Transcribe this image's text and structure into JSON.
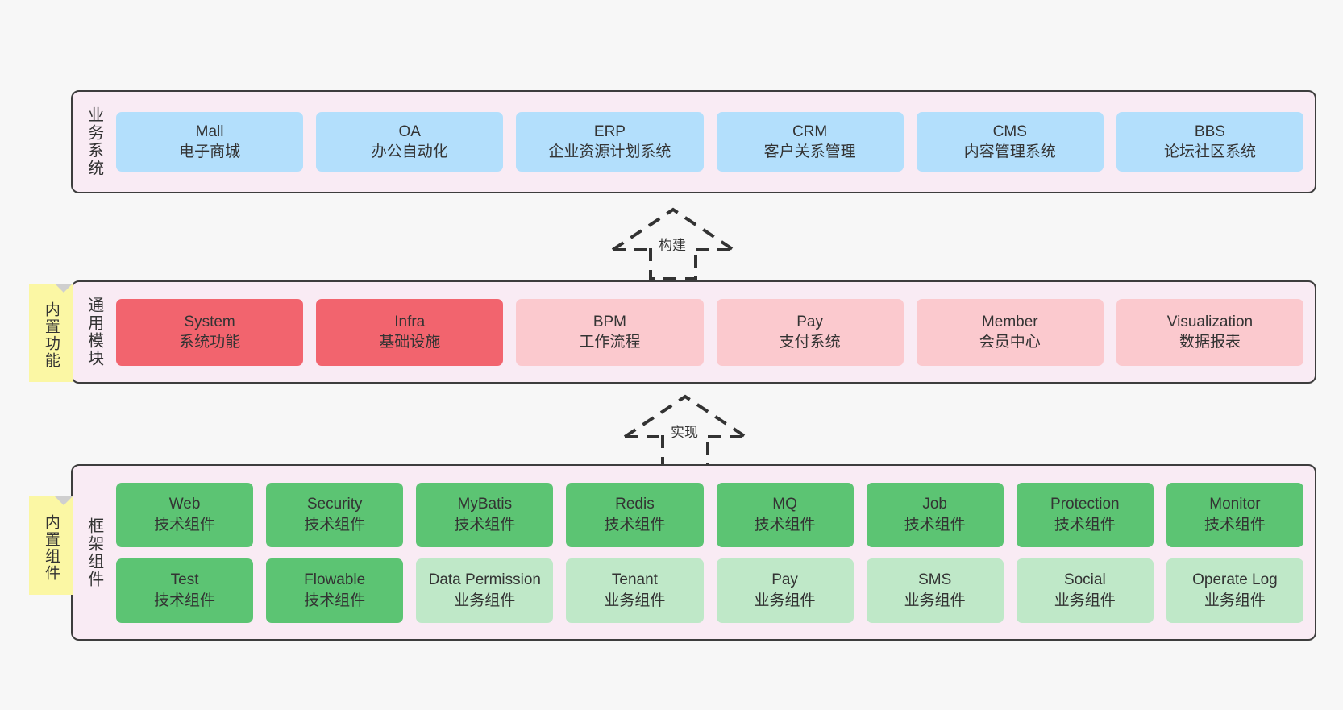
{
  "diagram": {
    "title": "Layered Architecture Diagram",
    "background": "#f7f7f7",
    "panel_bg": "#f9ebf4",
    "panel_border": "#3d3d3d",
    "note_bg": "#fbf7a4",
    "note_fold": "#cfcfcf",
    "colors": {
      "business": "#b3dffc",
      "module_core": "#f2646e",
      "module_optional": "#fbc9ce",
      "tech_component": "#5cc473",
      "business_component": "#bfe8c8"
    }
  },
  "notes": [
    {
      "id": "builtin-func",
      "text": "内置功能"
    },
    {
      "id": "builtin-comp",
      "text": "内置组件"
    }
  ],
  "connectors": [
    {
      "id": "build",
      "label": "构建",
      "style": "dashed-generalization"
    },
    {
      "id": "impl",
      "label": "实现",
      "style": "dashed-generalization"
    }
  ],
  "layers": [
    {
      "id": "business",
      "title": "业务系统",
      "rows": [
        {
          "nodes": [
            {
              "en": "Mall",
              "cn": "电子商城",
              "color": "n-blue"
            },
            {
              "en": "OA",
              "cn": "办公自动化",
              "color": "n-blue"
            },
            {
              "en": "ERP",
              "cn": "企业资源计划系统",
              "color": "n-blue"
            },
            {
              "en": "CRM",
              "cn": "客户关系管理",
              "color": "n-blue"
            },
            {
              "en": "CMS",
              "cn": "内容管理系统",
              "color": "n-blue"
            },
            {
              "en": "BBS",
              "cn": "论坛社区系统",
              "color": "n-blue"
            }
          ]
        }
      ]
    },
    {
      "id": "modules",
      "title": "通用模块",
      "rows": [
        {
          "nodes": [
            {
              "en": "System",
              "cn": "系统功能",
              "color": "n-red-strong"
            },
            {
              "en": "Infra",
              "cn": "基础设施",
              "color": "n-red-strong"
            },
            {
              "en": "BPM",
              "cn": "工作流程",
              "color": "n-red-light"
            },
            {
              "en": "Pay",
              "cn": "支付系统",
              "color": "n-red-light"
            },
            {
              "en": "Member",
              "cn": "会员中心",
              "color": "n-red-light"
            },
            {
              "en": "Visualization",
              "cn": "数据报表",
              "color": "n-red-light"
            }
          ]
        }
      ]
    },
    {
      "id": "framework",
      "title": "框架组件",
      "rows": [
        {
          "nodes": [
            {
              "en": "Web",
              "cn": "技术组件",
              "color": "n-green-strong"
            },
            {
              "en": "Security",
              "cn": "技术组件",
              "color": "n-green-strong"
            },
            {
              "en": "MyBatis",
              "cn": "技术组件",
              "color": "n-green-strong"
            },
            {
              "en": "Redis",
              "cn": "技术组件",
              "color": "n-green-strong"
            },
            {
              "en": "MQ",
              "cn": "技术组件",
              "color": "n-green-strong"
            },
            {
              "en": "Job",
              "cn": "技术组件",
              "color": "n-green-strong"
            },
            {
              "en": "Protection",
              "cn": "技术组件",
              "color": "n-green-strong"
            },
            {
              "en": "Monitor",
              "cn": "技术组件",
              "color": "n-green-strong"
            }
          ]
        },
        {
          "nodes": [
            {
              "en": "Test",
              "cn": "技术组件",
              "color": "n-green-strong"
            },
            {
              "en": "Flowable",
              "cn": "技术组件",
              "color": "n-green-strong"
            },
            {
              "en": "Data Permission",
              "cn": "业务组件",
              "color": "n-green-light"
            },
            {
              "en": "Tenant",
              "cn": "业务组件",
              "color": "n-green-light"
            },
            {
              "en": "Pay",
              "cn": "业务组件",
              "color": "n-green-light"
            },
            {
              "en": "SMS",
              "cn": "业务组件",
              "color": "n-green-light"
            },
            {
              "en": "Social",
              "cn": "业务组件",
              "color": "n-green-light"
            },
            {
              "en": "Operate Log",
              "cn": "业务组件",
              "color": "n-green-light"
            }
          ]
        }
      ]
    }
  ]
}
